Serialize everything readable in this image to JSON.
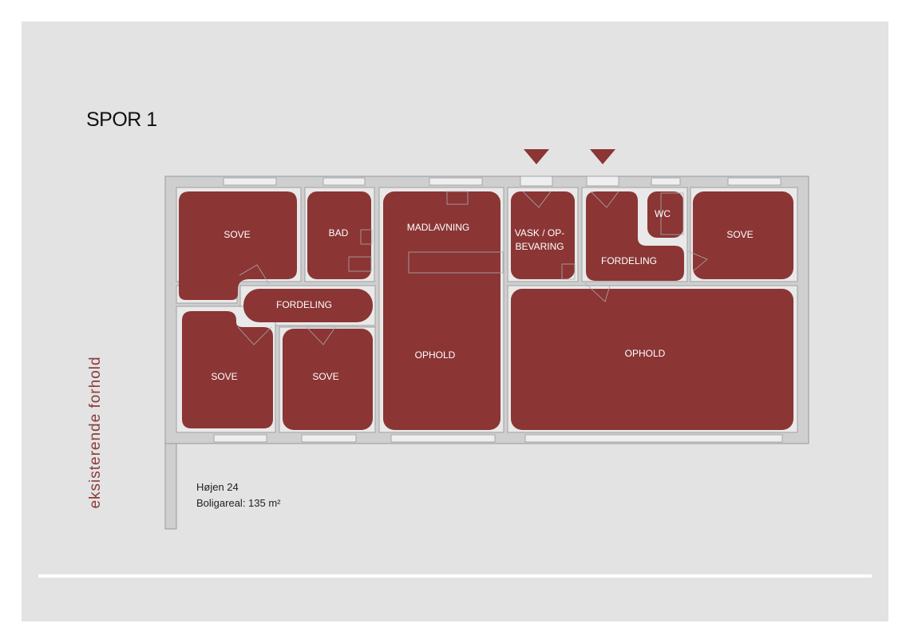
{
  "title": "SPOR 1",
  "rooms": {
    "sove_1": "SOVE",
    "bad": "BAD",
    "madlavning": "MADLAVNING",
    "vask_line1": "VASK / OP-",
    "vask_line2": "BEVARING",
    "fordeling_right": "FORDELING",
    "wc": "WC",
    "sove_2": "SOVE",
    "fordeling_left": "FORDELING",
    "sove_3": "SOVE",
    "sove_4": "SOVE",
    "ophold_left": "OPHOLD",
    "ophold_right": "OPHOLD"
  },
  "address_line": "Højen 24",
  "area_line": "Boligareal: 135 m²",
  "side_label": "eksisterende forhold",
  "colors": {
    "room_fill": "#8b3535",
    "wall": "#cfcfcf",
    "wall_stroke": "#9a9a9a",
    "entrance_marker": "#8b3535",
    "side_label": "#8b3a3a"
  },
  "icons": [
    "entrance-arrow-icon",
    "entrance-arrow-icon"
  ]
}
